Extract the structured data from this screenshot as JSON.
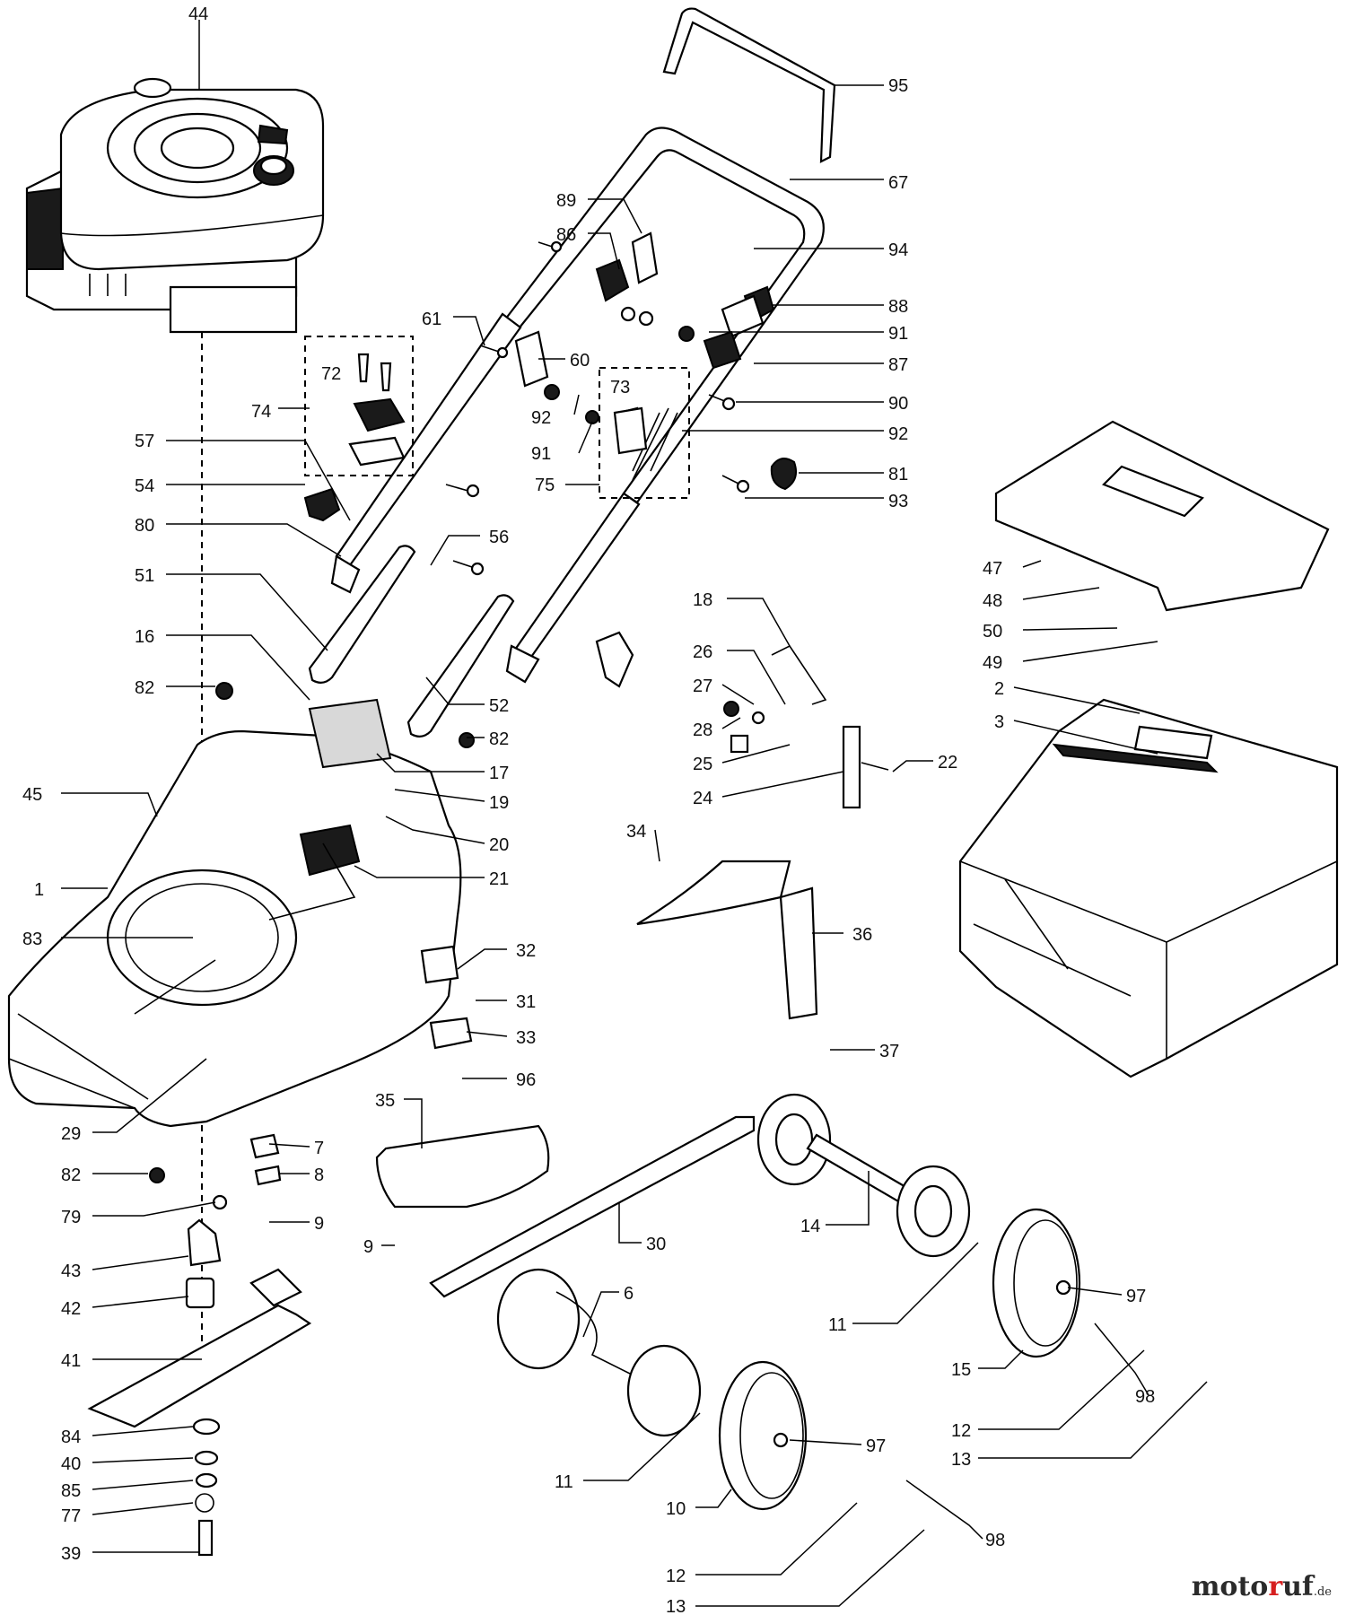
{
  "watermark": {
    "brand_before": "moto",
    "brand_accent": "r",
    "brand_after": "uf",
    "suffix": ".de"
  },
  "callouts": [
    {
      "id": "c44",
      "label": "44"
    },
    {
      "id": "c95",
      "label": "95"
    },
    {
      "id": "c67",
      "label": "67"
    },
    {
      "id": "c89",
      "label": "89"
    },
    {
      "id": "c86",
      "label": "86"
    },
    {
      "id": "c94",
      "label": "94"
    },
    {
      "id": "c88",
      "label": "88"
    },
    {
      "id": "c91a",
      "label": "91"
    },
    {
      "id": "c87",
      "label": "87"
    },
    {
      "id": "c61",
      "label": "61"
    },
    {
      "id": "c60",
      "label": "60"
    },
    {
      "id": "c72",
      "label": "72"
    },
    {
      "id": "c74",
      "label": "74"
    },
    {
      "id": "c73",
      "label": "73"
    },
    {
      "id": "c90",
      "label": "90"
    },
    {
      "id": "c92a",
      "label": "92"
    },
    {
      "id": "c92b",
      "label": "92"
    },
    {
      "id": "c91b",
      "label": "91"
    },
    {
      "id": "c75",
      "label": "75"
    },
    {
      "id": "c81",
      "label": "81"
    },
    {
      "id": "c93",
      "label": "93"
    },
    {
      "id": "c57",
      "label": "57"
    },
    {
      "id": "c54",
      "label": "54"
    },
    {
      "id": "c80",
      "label": "80"
    },
    {
      "id": "c56",
      "label": "56"
    },
    {
      "id": "c51",
      "label": "51"
    },
    {
      "id": "c16",
      "label": "16"
    },
    {
      "id": "c82a",
      "label": "82"
    },
    {
      "id": "c52",
      "label": "52"
    },
    {
      "id": "c82b",
      "label": "82"
    },
    {
      "id": "c17",
      "label": "17"
    },
    {
      "id": "c19",
      "label": "19"
    },
    {
      "id": "c45",
      "label": "45"
    },
    {
      "id": "c20",
      "label": "20"
    },
    {
      "id": "c21",
      "label": "21"
    },
    {
      "id": "c1",
      "label": "1"
    },
    {
      "id": "c83",
      "label": "83"
    },
    {
      "id": "c47",
      "label": "47"
    },
    {
      "id": "c48",
      "label": "48"
    },
    {
      "id": "c50",
      "label": "50"
    },
    {
      "id": "c49",
      "label": "49"
    },
    {
      "id": "c2",
      "label": "2"
    },
    {
      "id": "c3",
      "label": "3"
    },
    {
      "id": "c18",
      "label": "18"
    },
    {
      "id": "c26",
      "label": "26"
    },
    {
      "id": "c27",
      "label": "27"
    },
    {
      "id": "c28",
      "label": "28"
    },
    {
      "id": "c25",
      "label": "25"
    },
    {
      "id": "c24",
      "label": "24"
    },
    {
      "id": "c22",
      "label": "22"
    },
    {
      "id": "c34",
      "label": "34"
    },
    {
      "id": "c36",
      "label": "36"
    },
    {
      "id": "c37",
      "label": "37"
    },
    {
      "id": "c32",
      "label": "32"
    },
    {
      "id": "c31",
      "label": "31"
    },
    {
      "id": "c33",
      "label": "33"
    },
    {
      "id": "c96",
      "label": "96"
    },
    {
      "id": "c29",
      "label": "29"
    },
    {
      "id": "c35",
      "label": "35"
    },
    {
      "id": "c7",
      "label": "7"
    },
    {
      "id": "c82c",
      "label": "82"
    },
    {
      "id": "c8",
      "label": "8"
    },
    {
      "id": "c79",
      "label": "79"
    },
    {
      "id": "c9a",
      "label": "9"
    },
    {
      "id": "c30",
      "label": "30"
    },
    {
      "id": "c9b",
      "label": "9"
    },
    {
      "id": "c14",
      "label": "14"
    },
    {
      "id": "c43",
      "label": "43"
    },
    {
      "id": "c6",
      "label": "6"
    },
    {
      "id": "c42",
      "label": "42"
    },
    {
      "id": "c97a",
      "label": "97"
    },
    {
      "id": "c11a",
      "label": "11"
    },
    {
      "id": "c41",
      "label": "41"
    },
    {
      "id": "c15",
      "label": "15"
    },
    {
      "id": "c98a",
      "label": "98"
    },
    {
      "id": "c12a",
      "label": "12"
    },
    {
      "id": "c84",
      "label": "84"
    },
    {
      "id": "c97b",
      "label": "97"
    },
    {
      "id": "c13a",
      "label": "13"
    },
    {
      "id": "c40",
      "label": "40"
    },
    {
      "id": "c11b",
      "label": "11"
    },
    {
      "id": "c85",
      "label": "85"
    },
    {
      "id": "c10",
      "label": "10"
    },
    {
      "id": "c77",
      "label": "77"
    },
    {
      "id": "c98b",
      "label": "98"
    },
    {
      "id": "c39",
      "label": "39"
    },
    {
      "id": "c12b",
      "label": "12"
    },
    {
      "id": "c13b",
      "label": "13"
    }
  ]
}
